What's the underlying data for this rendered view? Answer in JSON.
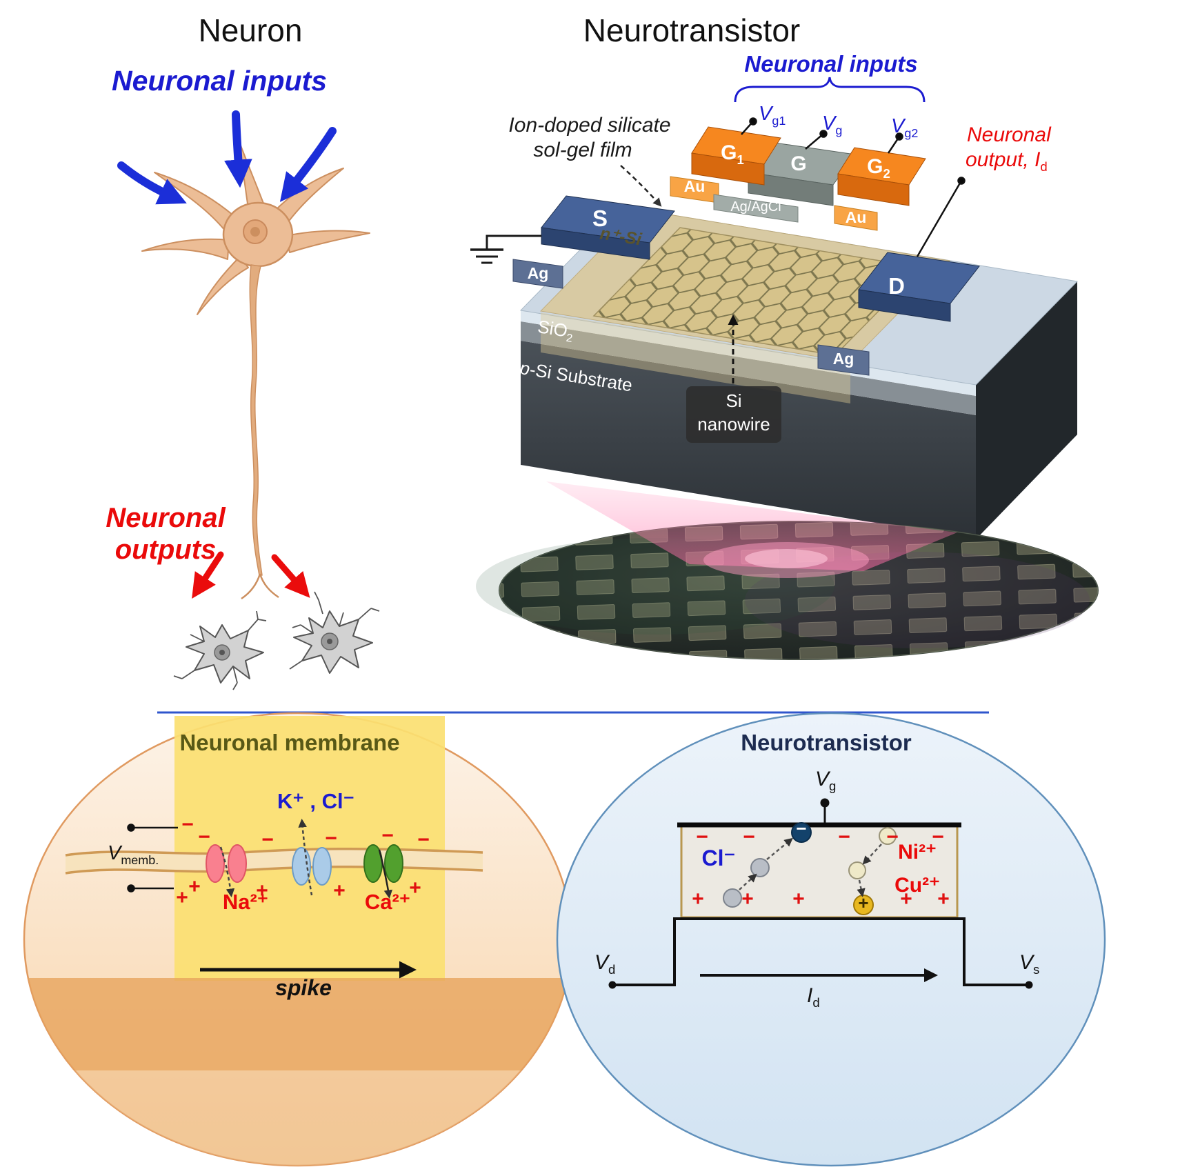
{
  "titles": {
    "neuron": "Neuron",
    "neurotransistor": "Neurotransistor"
  },
  "neuron_panel": {
    "inputs": "Neuronal inputs",
    "outputs_l1": "Neuronal",
    "outputs_l2": "outputs"
  },
  "device": {
    "inputs": "Neuronal inputs",
    "film_l1": "Ion-doped silicate",
    "film_l2": "sol-gel film",
    "out_l1": "Neuronal",
    "out_l2": "output, ",
    "out_main": "I",
    "out_sub": "d",
    "vg1": {
      "main": "V",
      "sub": "g1"
    },
    "vg": {
      "main": "V",
      "sub": "g"
    },
    "vg2": {
      "main": "V",
      "sub": "g2"
    },
    "g1": {
      "main": "G",
      "sub": "1"
    },
    "g": "G",
    "g2": {
      "main": "G",
      "sub": "2"
    },
    "au": "Au",
    "agagcl": "Ag/AgCl",
    "s": "S",
    "d": "D",
    "ag": "Ag",
    "n_si": "n⁺-Si",
    "sio2": {
      "main": "SiO",
      "sub": "2"
    },
    "substrate": {
      "p": "p",
      "rest": "-Si Substrate"
    },
    "nanowire_l1": "Si",
    "nanowire_l2": "nanowire"
  },
  "membrane_panel": {
    "title": "Neuronal membrane",
    "vmemb": {
      "main": "V",
      "sub": "memb."
    },
    "k_cl": "K⁺ , Cl⁻",
    "na": "Na²⁺",
    "ca": "Ca²⁺",
    "spike": "spike",
    "plus": "+",
    "minus": "−"
  },
  "transistor_panel": {
    "title": "Neurotransistor",
    "vg": {
      "main": "V",
      "sub": "g"
    },
    "vd": {
      "main": "V",
      "sub": "d"
    },
    "vs": {
      "main": "V",
      "sub": "s"
    },
    "id": {
      "main": "I",
      "sub": "d"
    },
    "cl": "Cl⁻",
    "ni": "Ni²⁺",
    "cu": "Cu²⁺",
    "plus": "+",
    "minus": "−"
  },
  "colors": {
    "accent_blue": "#1b1bd0",
    "accent_red": "#ea0a0a",
    "electrode_orange": "#f6871f",
    "electrode_blue": "#46639a",
    "gate_gray": "#9aa5a1",
    "membrane_yellow": "#fbe071",
    "panel_peach_border": "#e09a60",
    "panel_blue_border": "#6090bb"
  }
}
